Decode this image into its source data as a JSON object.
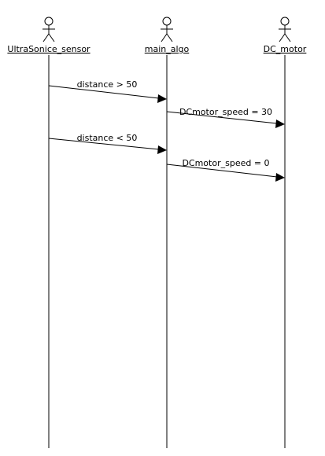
{
  "participants": [
    {
      "id": "sensor",
      "label": "UltraSonice_sensor",
      "icon": "actor-icon"
    },
    {
      "id": "algo",
      "label": "main_algo",
      "icon": "actor-icon"
    },
    {
      "id": "motor",
      "label": "DC_motor",
      "icon": "actor-icon"
    }
  ],
  "messages": [
    {
      "from": "sensor",
      "to": "algo",
      "label": "distance > 50"
    },
    {
      "from": "algo",
      "to": "motor",
      "label": "DCmotor_speed = 30"
    },
    {
      "from": "sensor",
      "to": "algo",
      "label": "distance < 50"
    },
    {
      "from": "algo",
      "to": "motor",
      "label": "DCmotor_speed = 0"
    }
  ],
  "colors": {
    "background": "#ffffff",
    "line": "#000000"
  }
}
